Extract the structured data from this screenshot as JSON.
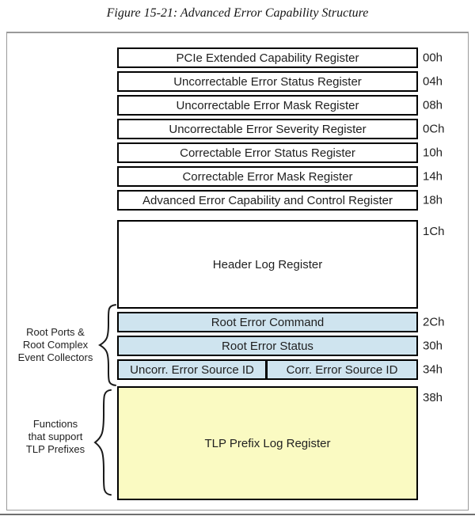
{
  "figure": {
    "title": "Figure 15-21: Advanced Error Capability Structure"
  },
  "registers": [
    {
      "label": "PCIe Extended Capability Register",
      "offset": "00h"
    },
    {
      "label": "Uncorrectable Error Status Register",
      "offset": "04h"
    },
    {
      "label": "Uncorrectable Error Mask Register",
      "offset": "08h"
    },
    {
      "label": "Uncorrectable Error Severity Register",
      "offset": "0Ch"
    },
    {
      "label": "Correctable Error Status Register",
      "offset": "10h"
    },
    {
      "label": "Correctable Error Mask Register",
      "offset": "14h"
    },
    {
      "label": "Advanced Error Capability and Control Register",
      "offset": "18h"
    },
    {
      "label": "Header Log Register",
      "offset": "1Ch"
    },
    {
      "label": "Root Error Command",
      "offset": "2Ch"
    },
    {
      "label": "Root Error Status",
      "offset": "30h"
    },
    {
      "left": "Uncorr. Error Source ID",
      "right": "Corr. Error Source ID",
      "offset": "34h"
    },
    {
      "label": "TLP Prefix Log Register",
      "offset": "38h"
    }
  ],
  "annotations": [
    {
      "lines": [
        "Root Ports &",
        "Root Complex",
        "Event Collectors"
      ]
    },
    {
      "lines": [
        "Functions",
        "that support",
        "TLP Prefixes"
      ]
    }
  ],
  "colors": {
    "root_section": "#cfe4ef",
    "tlp_section": "#fafac2",
    "border": "#000000",
    "frame": "#9a9a9a",
    "rule": "#6f6f6f",
    "text": "#1f1f1f"
  }
}
